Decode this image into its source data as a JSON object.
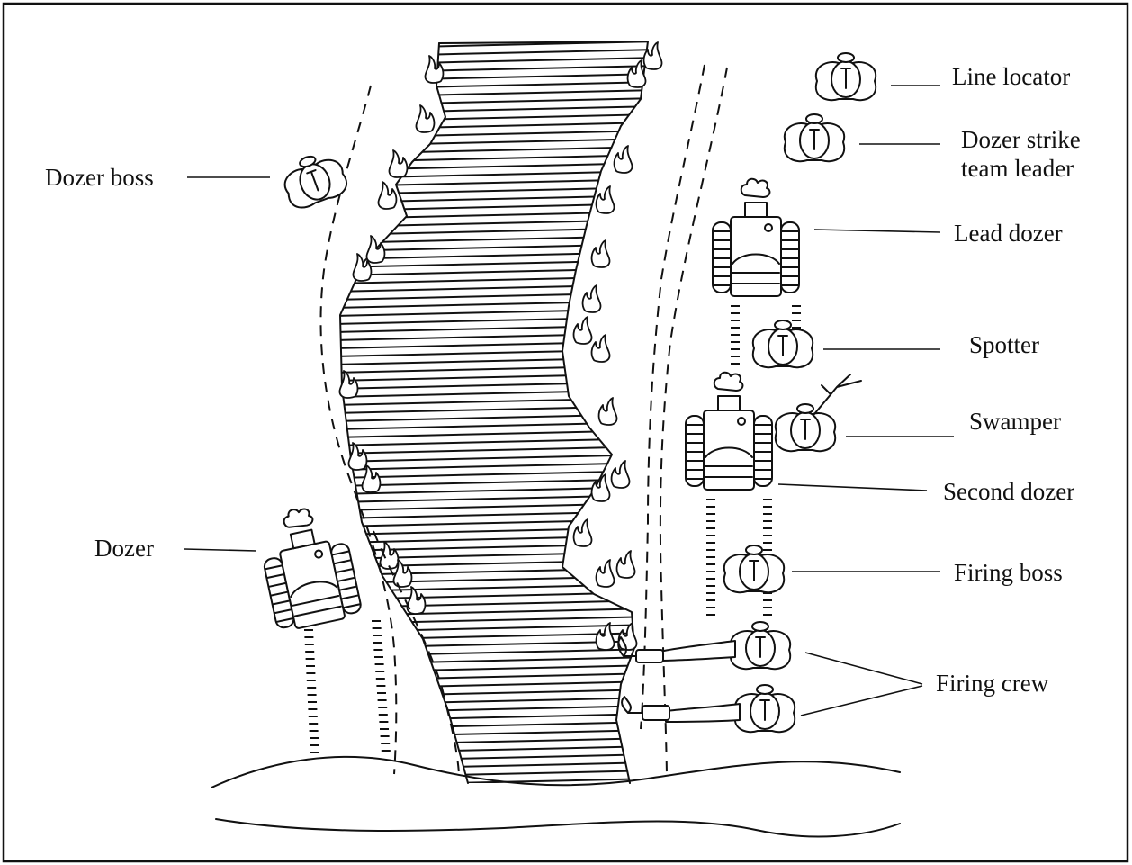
{
  "figure": {
    "labels": {
      "line_locator": "Line locator",
      "dozer_strike_team_leader_1": "Dozer strike",
      "dozer_strike_team_leader_2": "team leader",
      "lead_dozer": "Lead dozer",
      "spotter": "Spotter",
      "swamper": "Swamper",
      "second_dozer": "Second dozer",
      "firing_boss": "Firing boss",
      "firing_crew": "Firing crew",
      "dozer_boss": "Dozer boss",
      "dozer": "Dozer"
    },
    "icons": [
      "person-icon",
      "bulldozer-icon",
      "fire-icon",
      "drip-torch-icon",
      "tree-branch-icon"
    ]
  }
}
